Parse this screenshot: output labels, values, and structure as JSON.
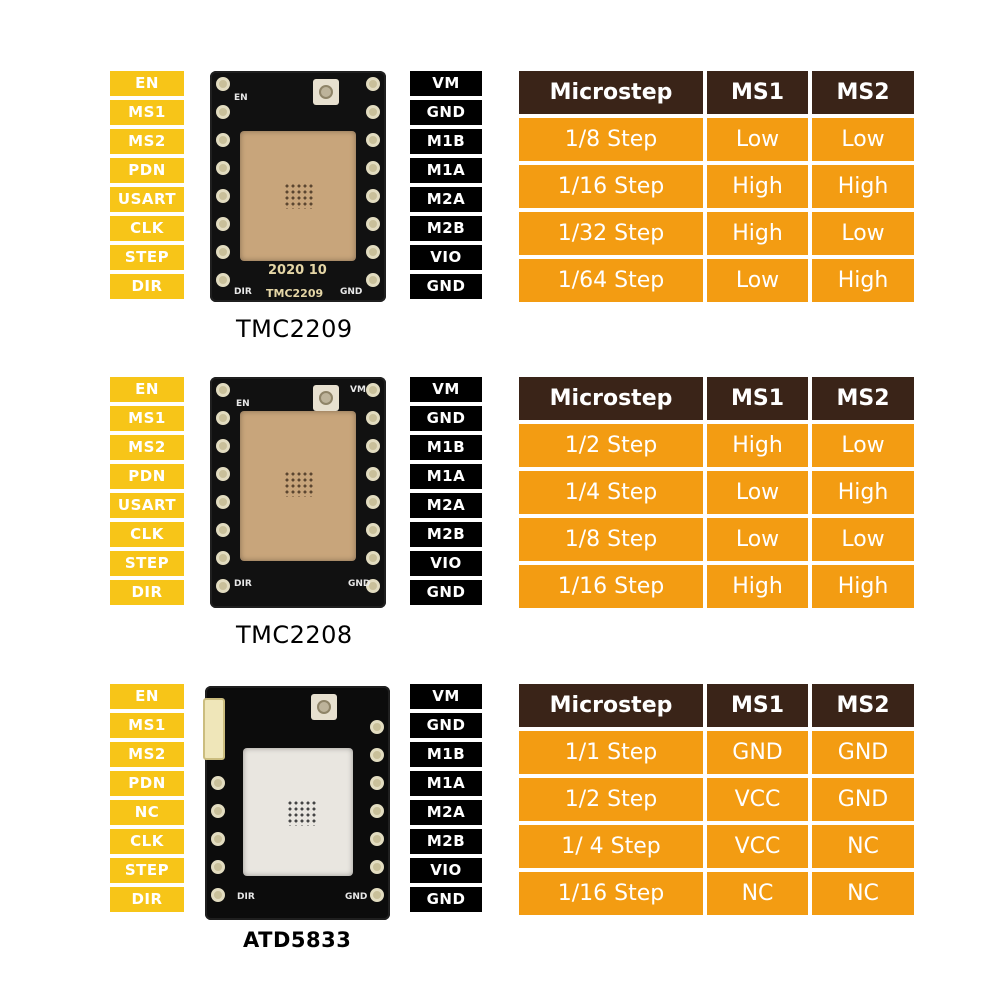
{
  "sections": [
    {
      "board_name": "TMC2209",
      "silk": {
        "top_left": "EN",
        "bottom_left": "DIR",
        "bottom_right": "GND",
        "date": "2020 10",
        "chip": "TMC2209"
      },
      "left_pins": [
        "EN",
        "MS1",
        "MS2",
        "PDN",
        "USART",
        "CLK",
        "STEP",
        "DIR"
      ],
      "right_pins": [
        "VM",
        "GND",
        "M1B",
        "M1A",
        "M2A",
        "M2B",
        "VIO",
        "GND"
      ],
      "table": {
        "headers": [
          "Microstep",
          "MS1",
          "MS2"
        ],
        "rows": [
          [
            "1/8  Step",
            "Low",
            "Low"
          ],
          [
            "1/16 Step",
            "High",
            "High"
          ],
          [
            "1/32 Step",
            "High",
            "Low"
          ],
          [
            "1/64 Step",
            "Low",
            "High"
          ]
        ]
      }
    },
    {
      "board_name": "TMC2208",
      "silk": {
        "top_left": "EN",
        "top_right": "VM",
        "bottom_left": "DIR",
        "bottom_right": "GND"
      },
      "left_pins": [
        "EN",
        "MS1",
        "MS2",
        "PDN",
        "USART",
        "CLK",
        "STEP",
        "DIR"
      ],
      "right_pins": [
        "VM",
        "GND",
        "M1B",
        "M1A",
        "M2A",
        "M2B",
        "VIO",
        "GND"
      ],
      "table": {
        "headers": [
          "Microstep",
          "MS1",
          "MS2"
        ],
        "rows": [
          [
            "1/2  Step",
            "High",
            "Low"
          ],
          [
            "1/4  Step",
            "Low",
            "High"
          ],
          [
            "1/8  Step",
            "Low",
            "Low"
          ],
          [
            "1/16 Step",
            "High",
            "High"
          ]
        ]
      }
    },
    {
      "board_name": "ATD5833",
      "silk": {
        "bottom_left": "DIR",
        "bottom_right": "GND"
      },
      "left_pins": [
        "EN",
        "MS1",
        "MS2",
        "PDN",
        "NC",
        "CLK",
        "STEP",
        "DIR"
      ],
      "right_pins": [
        "VM",
        "GND",
        "M1B",
        "M1A",
        "M2A",
        "M2B",
        "VIO",
        "GND"
      ],
      "table": {
        "headers": [
          "Microstep",
          "MS1",
          "MS2"
        ],
        "rows": [
          [
            "1/1  Step",
            "GND",
            "GND"
          ],
          [
            "1/2 Step",
            "VCC",
            "GND"
          ],
          [
            "1/ 4  Step",
            "VCC",
            "NC"
          ],
          [
            "1/16 Step",
            "NC",
            "NC"
          ]
        ]
      }
    }
  ],
  "colors": {
    "left_pin_bg": "#f7c518",
    "right_pin_bg": "#000000",
    "table_header_bg": "#3a2418",
    "table_cell_bg": "#f39c12"
  }
}
